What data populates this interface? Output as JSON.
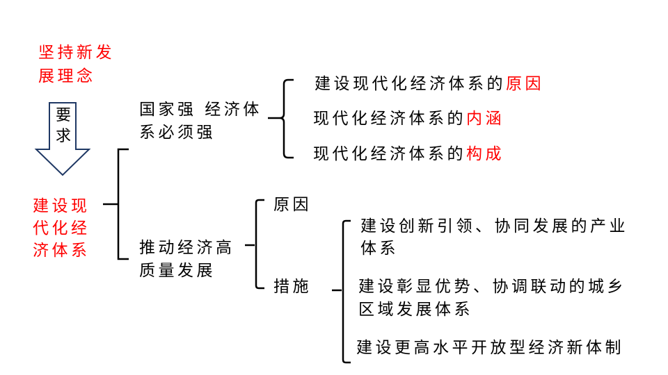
{
  "colors": {
    "accent": "#ff0000",
    "arrow": "#1f3864"
  },
  "top": {
    "line1": "坚持新发",
    "line2": "展理念"
  },
  "arrow": {
    "line1": "要",
    "line2": "求"
  },
  "root": {
    "line1": "建设现",
    "line2": "代化经",
    "line3": "济体系"
  },
  "branch1": {
    "line1": "国家强 经济体",
    "line2": "系必须强",
    "items": [
      {
        "prefix": "建设现代化经济体系的",
        "highlight": "原因"
      },
      {
        "prefix": "现代化经济体系的",
        "highlight": "内涵"
      },
      {
        "prefix": "现代化经济体系的",
        "highlight": "构成"
      }
    ]
  },
  "branch2": {
    "line1": "推动经济高",
    "line2": "质量发展",
    "reason": "原因",
    "measures": "措施",
    "measure_items": [
      {
        "line1": "建设创新引领、协同发展的产业",
        "line2": "体系"
      },
      {
        "line1": "建设彰显优势、协调联动的城乡",
        "line2": "区域发展体系"
      },
      {
        "line1": "建设更高水平开放型经济新体制"
      }
    ]
  }
}
